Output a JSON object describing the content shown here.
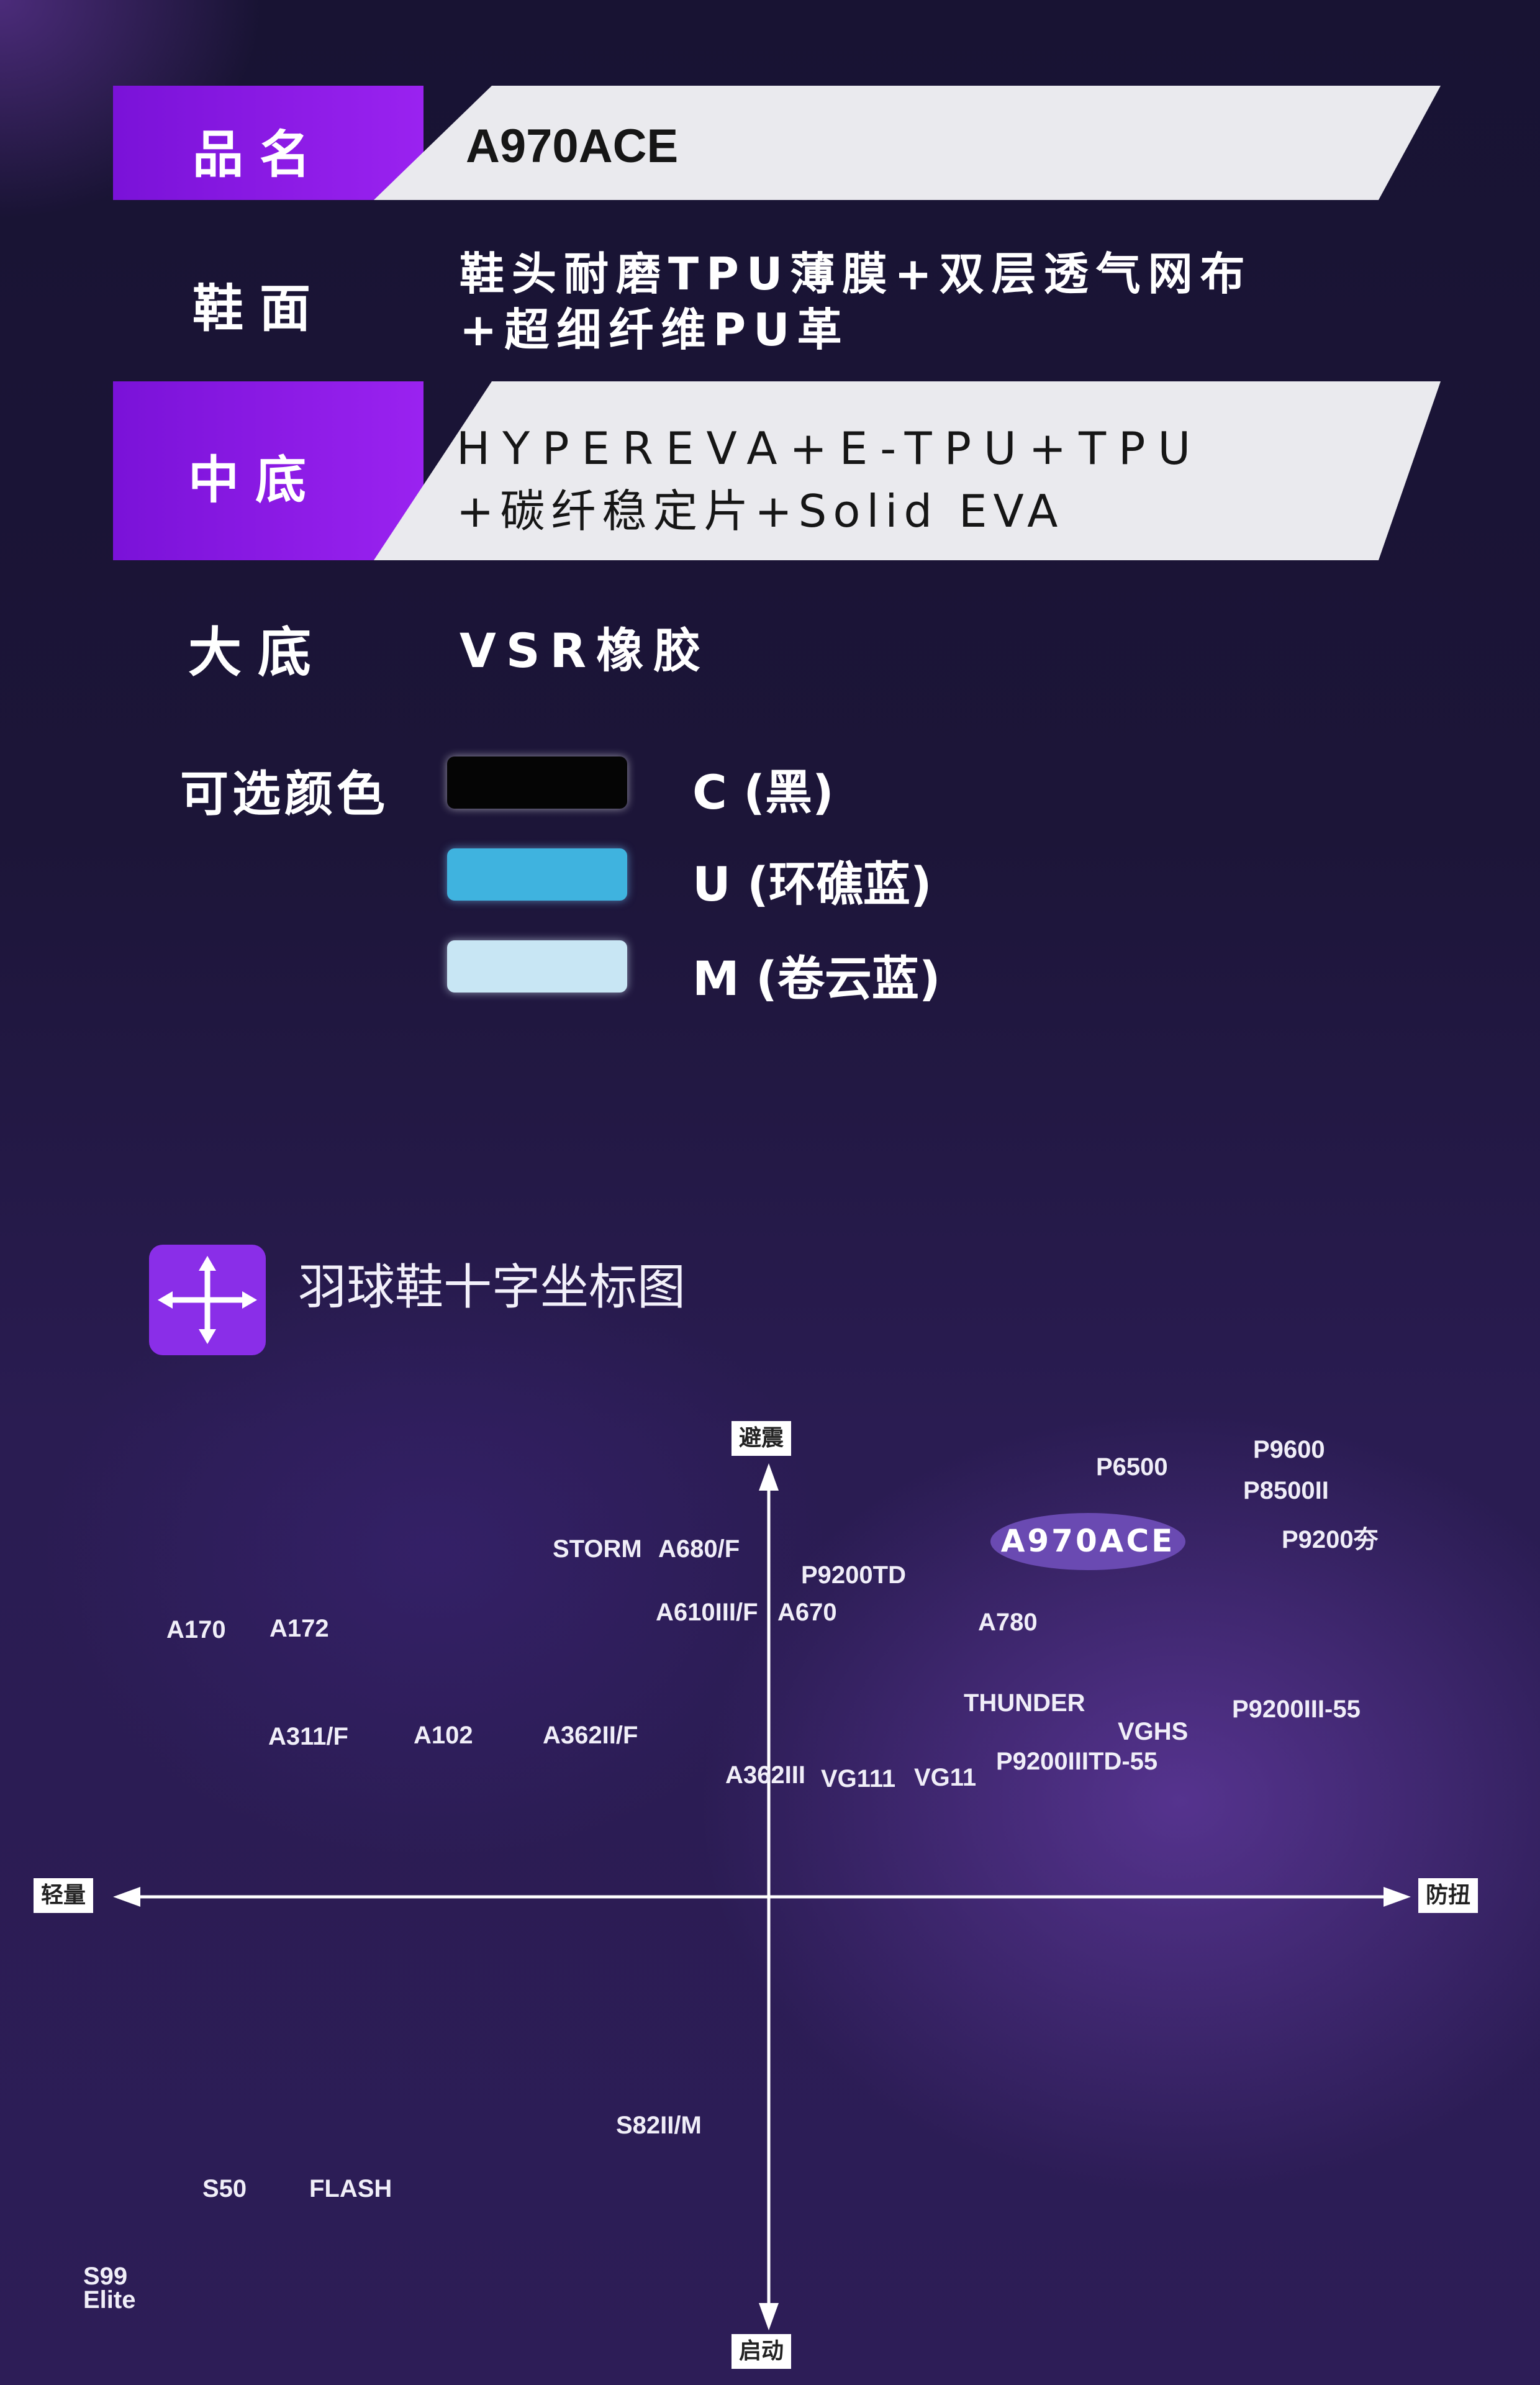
{
  "specs": {
    "name_label": "品名",
    "name_value": "A970ACE",
    "upper_label": "鞋面",
    "upper_line1": "鞋头耐磨TPU薄膜+双层透气网布",
    "upper_line2": "+超细纤维PU革",
    "midsole_label": "中底",
    "midsole_line1": "HYPEREVA+E-TPU+TPU",
    "midsole_line2": "+碳纤稳定片+Solid EVA",
    "outsole_label": "大底",
    "outsole_value": "VSR橡胶"
  },
  "colors": {
    "label": "可选颜色",
    "options": [
      {
        "label": "C (黑)",
        "swatch": "#050505"
      },
      {
        "label": "U (环礁蓝)",
        "swatch": "#3fb3df"
      },
      {
        "label": "M (卷云蓝)",
        "swatch": "#c8e6f4"
      }
    ]
  },
  "chart": {
    "icon": "four-arrows-cross-icon",
    "title": "羽球鞋十字坐标图",
    "axis_top": "避震",
    "axis_bottom": "启动",
    "axis_left": "轻量",
    "axis_right": "防扭",
    "highlight": "A970ACE",
    "highlight_color": "#6a4ab2",
    "models": [
      "P6500",
      "P9600",
      "P8500II",
      "P9200夯",
      "STORM",
      "A680/F",
      "P9200TD",
      "A610III/F",
      "A670",
      "A780",
      "A170",
      "A172",
      "THUNDER",
      "VGHS",
      "P9200III-55",
      "A311/F",
      "A102",
      "A362II/F",
      "A362III",
      "VG111",
      "VG11",
      "P9200IIITD-55",
      "S82II/M",
      "S50",
      "FLASH",
      "S99",
      "Elite"
    ]
  }
}
